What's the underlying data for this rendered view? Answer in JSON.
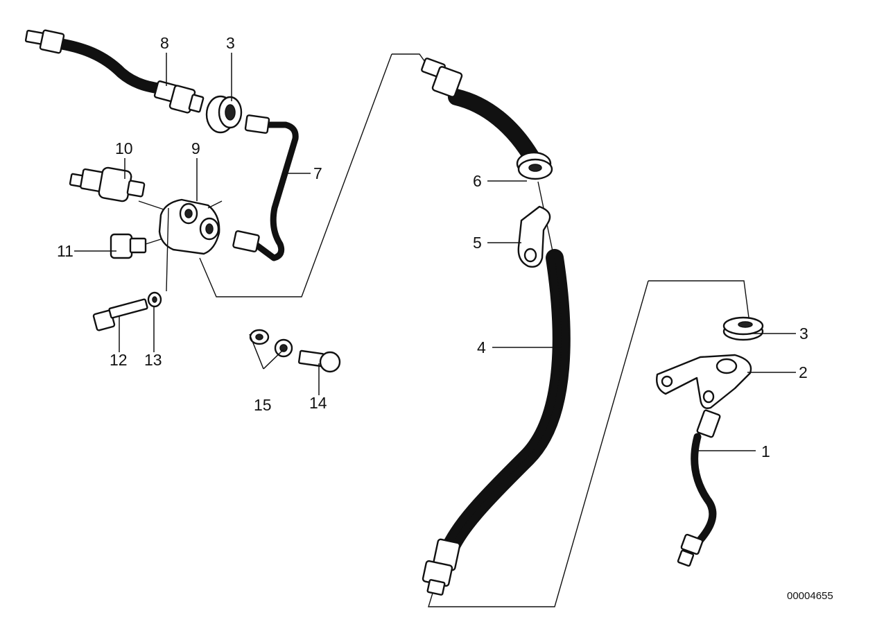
{
  "callouts": [
    {
      "id": "p1",
      "label": "1"
    },
    {
      "id": "p2",
      "label": "2"
    },
    {
      "id": "p3a",
      "label": "3"
    },
    {
      "id": "p3b",
      "label": "3"
    },
    {
      "id": "p4",
      "label": "4"
    },
    {
      "id": "p5",
      "label": "5"
    },
    {
      "id": "p6",
      "label": "6"
    },
    {
      "id": "p7",
      "label": "7"
    },
    {
      "id": "p8",
      "label": "8"
    },
    {
      "id": "p9",
      "label": "9"
    },
    {
      "id": "p10",
      "label": "10"
    },
    {
      "id": "p11",
      "label": "11"
    },
    {
      "id": "p12",
      "label": "12"
    },
    {
      "id": "p13",
      "label": "13"
    },
    {
      "id": "p14",
      "label": "14"
    },
    {
      "id": "p15",
      "label": "15"
    }
  ],
  "document_number": "00004655"
}
